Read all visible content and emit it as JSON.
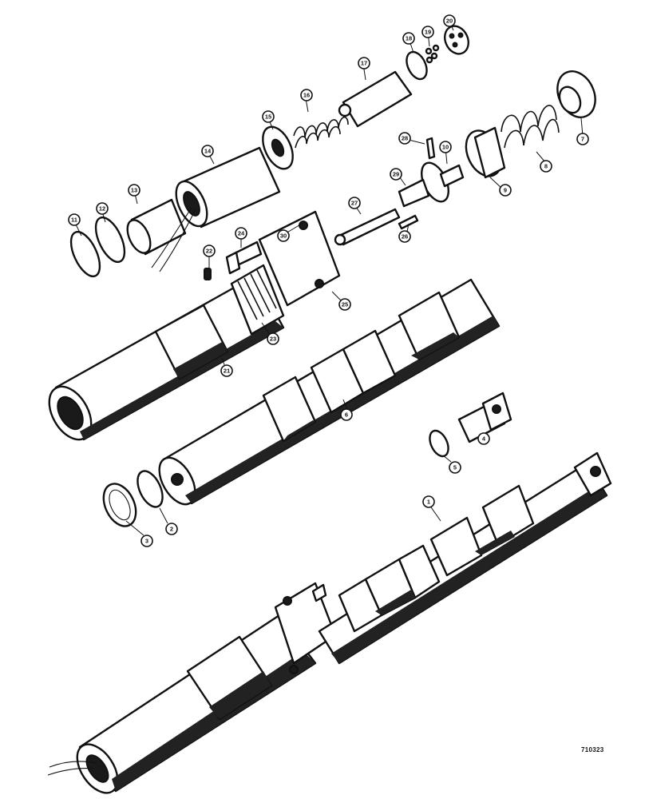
{
  "drawing_id": "710323",
  "callouts": {
    "p1": "1",
    "p2": "2",
    "p3": "3",
    "p4": "4",
    "p5": "5",
    "p6": "6",
    "p7": "7",
    "p8": "8",
    "p9": "9",
    "p10": "10",
    "p11": "11",
    "p12": "12",
    "p13": "13",
    "p14": "14",
    "p15": "15",
    "p16": "16",
    "p17": "17",
    "p18": "18",
    "p19": "19",
    "p20": "20",
    "p21": "21",
    "p22": "22",
    "p23": "23",
    "p24": "24",
    "p25": "25",
    "p26": "26",
    "p27": "27",
    "p28": "28",
    "p29": "29",
    "p30": "30"
  }
}
